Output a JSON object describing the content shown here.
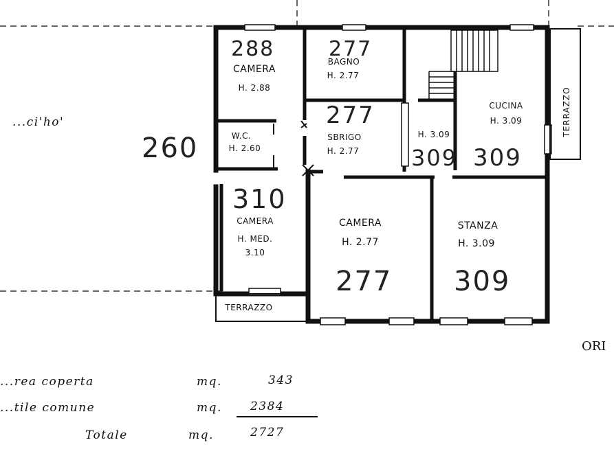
{
  "rooms": {
    "camera_top_left": {
      "label": "CAMERA",
      "height": "H. 2.88",
      "height_note": "2.88",
      "big": "288"
    },
    "wc": {
      "label": "W.C.",
      "height": "H. 2.60"
    },
    "bagno": {
      "label": "BAGNO",
      "height": "H. 2.77",
      "big": "277"
    },
    "sbrigo": {
      "label": "SBRIGO",
      "height": "H. 2.77",
      "big": "277"
    },
    "corridor": {
      "height": "H. 3.09",
      "big": "309"
    },
    "cucina": {
      "label": "CUCINA",
      "height": "H. 3.09",
      "big": "309"
    },
    "camera_lower_left": {
      "label": "CAMERA",
      "height": "H. MED.",
      "height_value": "3.10",
      "big": "310"
    },
    "camera_center": {
      "label": "CAMERA",
      "height": "H. 2.77",
      "big": "277"
    },
    "stanza": {
      "label": "STANZA",
      "height": "H. 3.09",
      "big": "309"
    }
  },
  "terraces": {
    "right": "TERRAZZO",
    "bottom": "TERRAZZO"
  },
  "annotations": {
    "left_note": "...ci'ho'",
    "height_260": "260",
    "orientation_fragment": "ORI"
  },
  "totals": {
    "rows": [
      {
        "label": "...rea coperta",
        "unit": "mq.",
        "value": "343"
      },
      {
        "label": "...tile comune",
        "unit": "mq.",
        "value": "2384"
      },
      {
        "label": "Totale",
        "unit": "mq.",
        "value": "2727"
      }
    ]
  }
}
